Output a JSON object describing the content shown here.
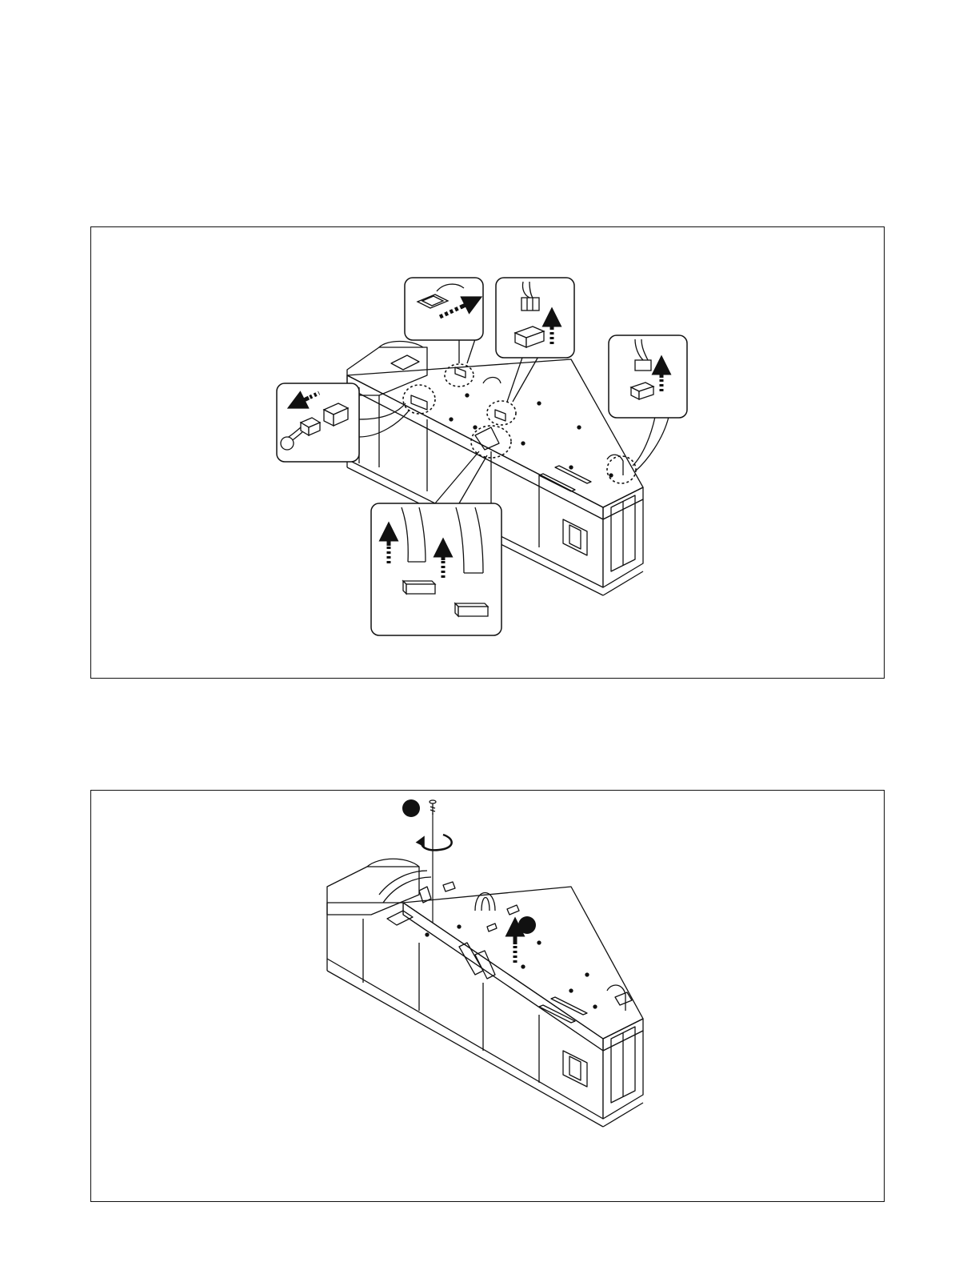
{
  "colors": {
    "line": "#111111",
    "background": "#ffffff",
    "marker": "#111111"
  },
  "figure_1": {
    "callouts": [
      {
        "id": "flat-cable-connector-callout",
        "icon": "ribbon-cable-slide-out-icon"
      },
      {
        "id": "wire-connector-top-callout",
        "icon": "wire-connector-lift-icon"
      },
      {
        "id": "wire-connector-right-callout",
        "icon": "wire-connector-lift-icon"
      },
      {
        "id": "wire-connector-left-callout",
        "icon": "wire-connector-pull-left-icon"
      },
      {
        "id": "ribbon-cables-callout",
        "icon": "ribbon-cables-lift-icon"
      }
    ]
  },
  "figure_2": {
    "markers": [
      {
        "id": "step-marker-screw",
        "icon": "filled-circle-marker"
      },
      {
        "id": "step-marker-lift",
        "icon": "filled-circle-marker"
      }
    ]
  }
}
